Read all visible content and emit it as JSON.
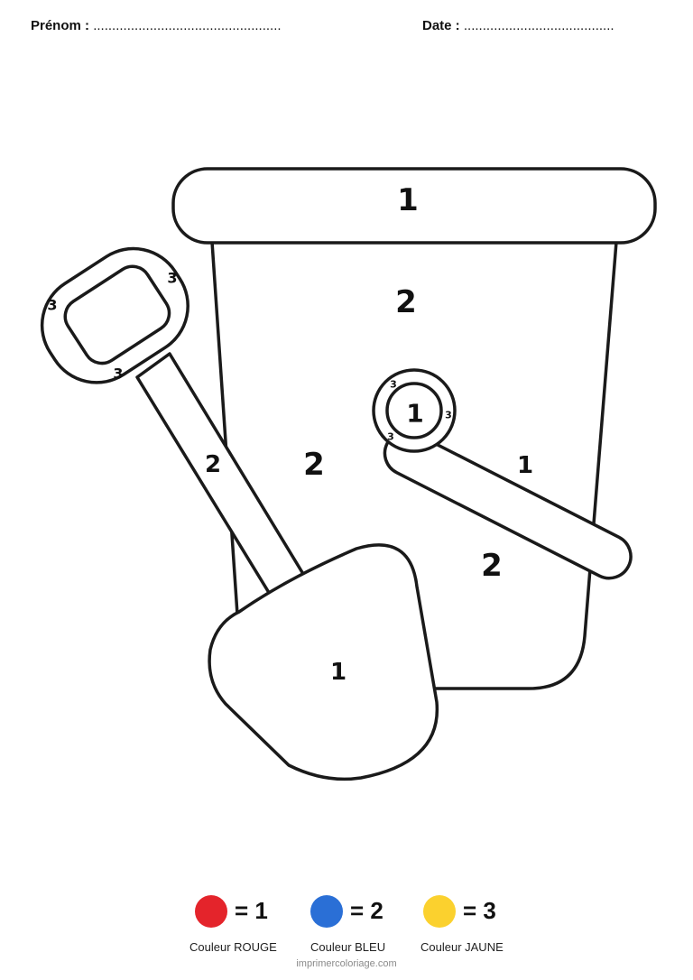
{
  "header": {
    "name_label": "Prénom :",
    "name_dots": "..................................................",
    "date_label": "Date :",
    "date_dots": "........................................"
  },
  "regions": {
    "rim": "1",
    "bucket_top": "2",
    "bucket_mid": "2",
    "bucket_lower": "2",
    "handle_knob": "1",
    "handle_bar": "1",
    "ring_top": "3",
    "ring_right": "3",
    "ring_bottom": "3",
    "grip_right": "3",
    "grip_left": "3",
    "grip_bottom": "3",
    "shovel_shaft": "2",
    "shovel_blade": "1"
  },
  "legend": [
    {
      "color": "#e4242b",
      "equation": "= 1",
      "caption": "Couleur ROUGE"
    },
    {
      "color": "#2a6fd6",
      "equation": "= 2",
      "caption": "Couleur BLEU"
    },
    {
      "color": "#fbd12e",
      "equation": "= 3",
      "caption": "Couleur JAUNE"
    }
  ],
  "footer": {
    "credit": "imprimercoloriage.com"
  }
}
